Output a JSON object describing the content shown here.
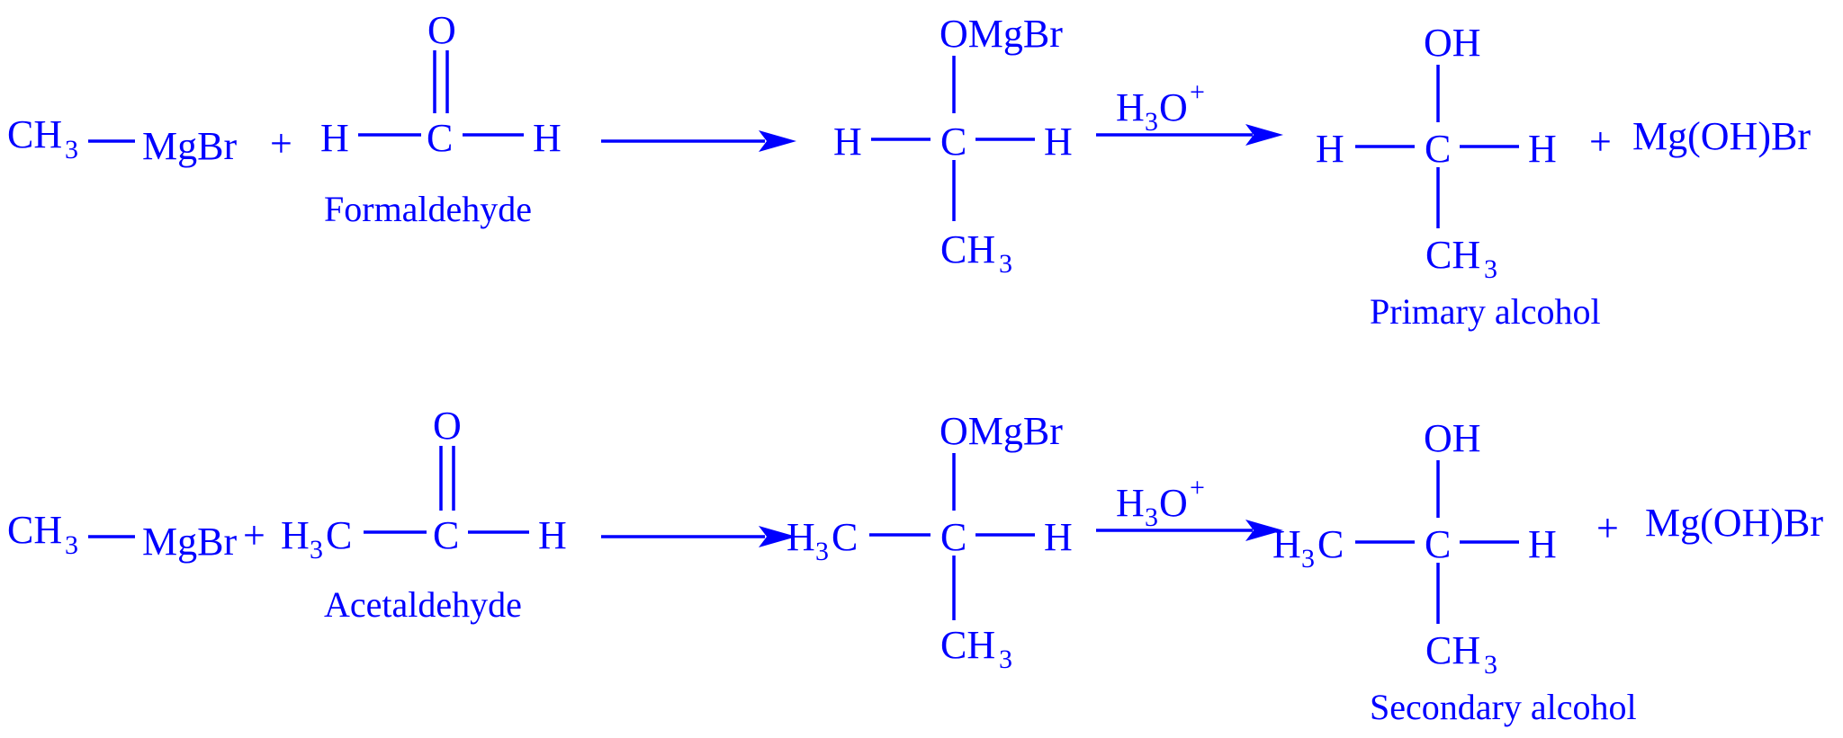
{
  "colors": {
    "ink": "#0000ff",
    "background": "#ffffff"
  },
  "reactions": [
    {
      "reagent_ch": "CH",
      "reagent_sub": "3",
      "reagent_mgbr": "MgBr",
      "plus": "+",
      "carbonyl": {
        "o": "O",
        "c": "C",
        "left": "H",
        "left_sub": "",
        "left_tail": "",
        "right": "H",
        "name": "Formaldehyde"
      },
      "intermediate": {
        "top": "OMgBr",
        "c": "C",
        "left": "H",
        "left_sub": "",
        "left_tail": "",
        "right": "H",
        "bottom_ch": "CH",
        "bottom_sub": "3"
      },
      "conditions": {
        "h": "H",
        "sub": "3",
        "o": "O",
        "sup": "+"
      },
      "product": {
        "top": "OH",
        "c": "C",
        "left": "H",
        "left_sub": "",
        "left_tail": "",
        "right": "H",
        "bottom_ch": "CH",
        "bottom_sub": "3",
        "name": "Primary alcohol"
      },
      "byproduct_plus": "+",
      "byproduct": "Mg(OH)Br"
    },
    {
      "reagent_ch": "CH",
      "reagent_sub": "3",
      "reagent_mgbr": "MgBr",
      "plus": "+",
      "carbonyl": {
        "o": "O",
        "c": "C",
        "left": "H",
        "left_sub": "3",
        "left_tail": "C",
        "right": "H",
        "name": "Acetaldehyde"
      },
      "intermediate": {
        "top": "OMgBr",
        "c": "C",
        "left": "H",
        "left_sub": "3",
        "left_tail": "C",
        "right": "H",
        "bottom_ch": "CH",
        "bottom_sub": "3"
      },
      "conditions": {
        "h": "H",
        "sub": "3",
        "o": "O",
        "sup": "+"
      },
      "product": {
        "top": "OH",
        "c": "C",
        "left": "H",
        "left_sub": "3",
        "left_tail": "C",
        "right": "H",
        "bottom_ch": "CH",
        "bottom_sub": "3",
        "name": "Secondary alcohol"
      },
      "byproduct_plus": "+",
      "byproduct": "Mg(OH)Br"
    }
  ]
}
